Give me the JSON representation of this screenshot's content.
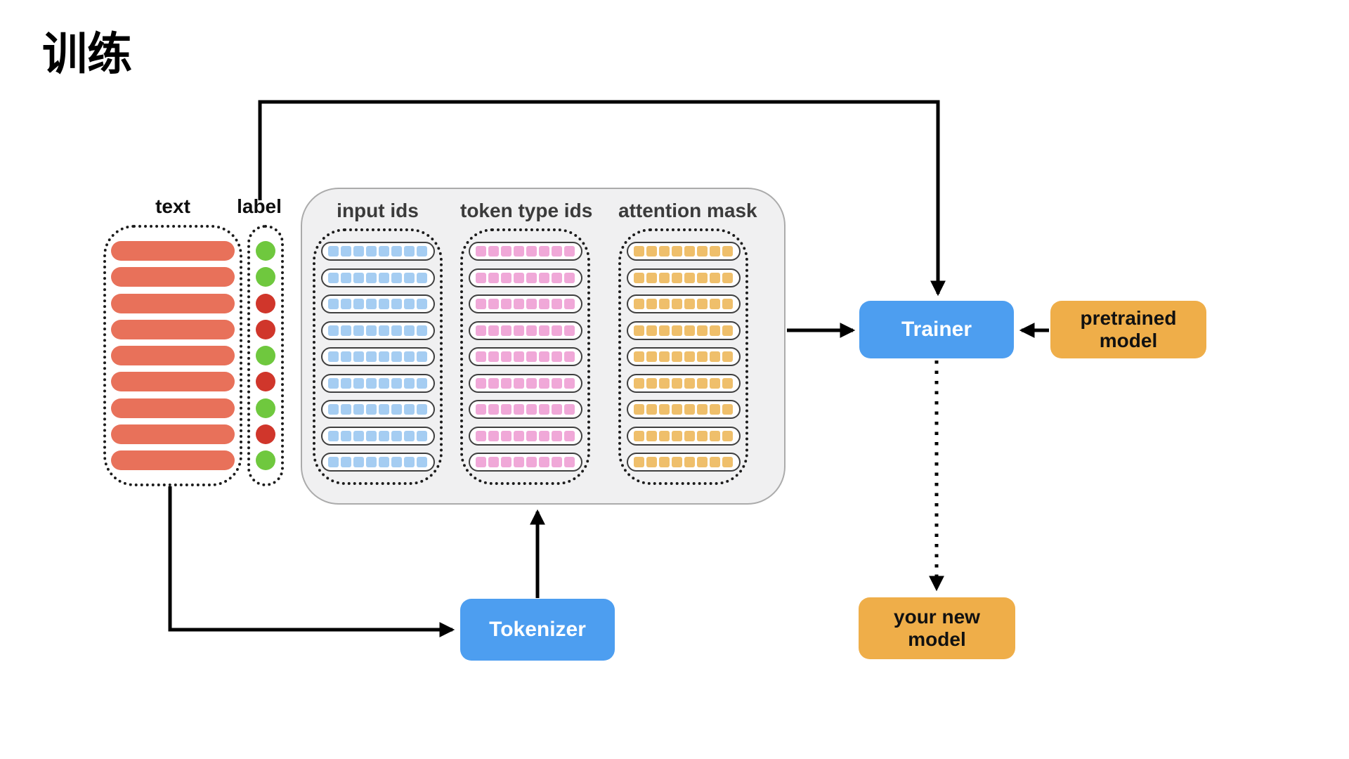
{
  "title": "训练",
  "dataset": {
    "text_header": "text",
    "label_header": "label",
    "rows": 9,
    "bar_color": "#E8715A",
    "labels": [
      "green",
      "green",
      "red",
      "red",
      "green",
      "red",
      "green",
      "red",
      "green"
    ],
    "label_colors": {
      "green": "#6FC83E",
      "red": "#D0362B"
    }
  },
  "features": {
    "rows": 9,
    "cells_per_row": 8,
    "columns": [
      {
        "label": "input ids",
        "cell_color": "#A5CDF2"
      },
      {
        "label": "token type ids",
        "cell_color": "#F0A8D8"
      },
      {
        "label": "attention mask",
        "cell_color": "#EFBF6B"
      }
    ]
  },
  "nodes": {
    "trainer": {
      "label": "Trainer",
      "color": "#4D9EF0",
      "text_color": "#FFFFFF"
    },
    "tokenizer": {
      "label": "Tokenizer",
      "color": "#4D9EF0",
      "text_color": "#FFFFFF"
    },
    "pretrained_model": {
      "label": "pretrained model",
      "color": "#EFAE49",
      "text_color": "#111111"
    },
    "your_new_model": {
      "label": "your new model",
      "color": "#EFAE49",
      "text_color": "#111111"
    }
  },
  "edges": [
    {
      "from": "labels",
      "to": "trainer",
      "style": "solid"
    },
    {
      "from": "features-box",
      "to": "trainer",
      "style": "solid"
    },
    {
      "from": "pretrained_model",
      "to": "trainer",
      "style": "solid"
    },
    {
      "from": "trainer",
      "to": "your_new_model",
      "style": "dotted"
    },
    {
      "from": "text",
      "to": "tokenizer",
      "style": "solid"
    },
    {
      "from": "tokenizer",
      "to": "features-box",
      "style": "solid"
    }
  ]
}
